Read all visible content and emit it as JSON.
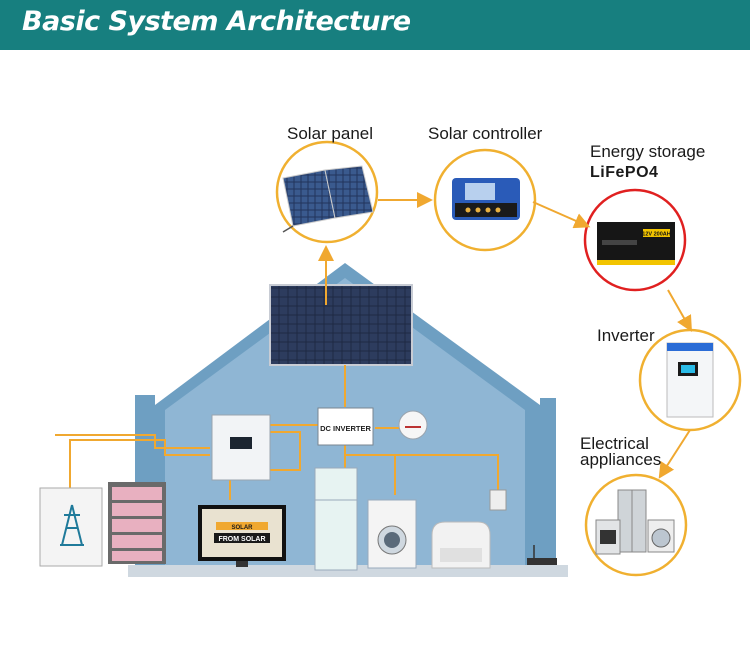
{
  "header": {
    "title": "Basic System Architecture"
  },
  "labels": {
    "solar_panel": "Solar panel",
    "solar_controller": "Solar controller",
    "energy_storage": "Energy storage",
    "lifepo4": "LiFePO4",
    "inverter": "Inverter",
    "electrical_line1": "Electrical",
    "electrical_line2": "appliances"
  },
  "device_text": {
    "dc_inverter": "DC INVERTER",
    "tv_line1": "SOLAR",
    "tv_line2": "FROM SOLAR",
    "battery_label": "12V 200AH"
  },
  "colors": {
    "header_bg": "#177f7f",
    "connector": "#f0a830",
    "house_blue": "#6e9fc2",
    "battery_ring": "#e02020",
    "bubble_ring": "#f0b030"
  }
}
